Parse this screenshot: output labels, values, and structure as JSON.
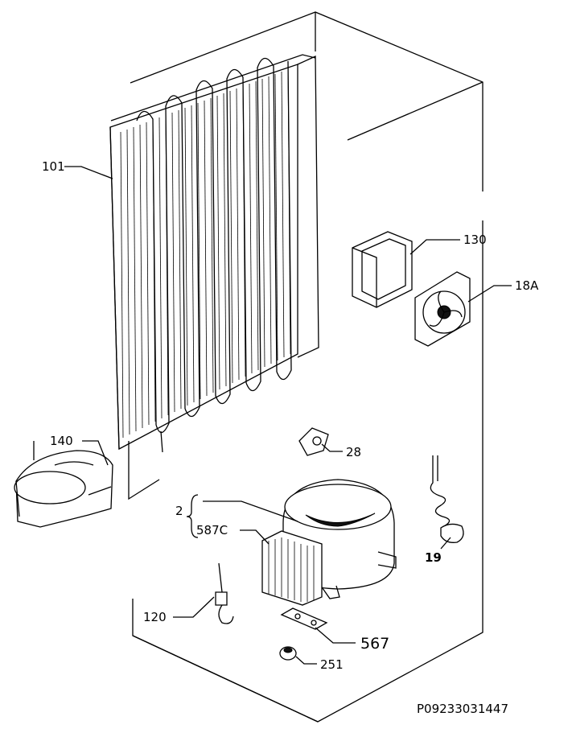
{
  "drawing_code": "P09233031447",
  "callouts": {
    "condenser": "101",
    "tray": "140",
    "fan_cover": "130",
    "fan": "18A",
    "clip": "28",
    "compressor_group_number": "2",
    "compressor_brace": "{",
    "relay": "587C",
    "heater_cable": "19",
    "sensor": "120",
    "bracket": "567",
    "grommet": "251"
  }
}
